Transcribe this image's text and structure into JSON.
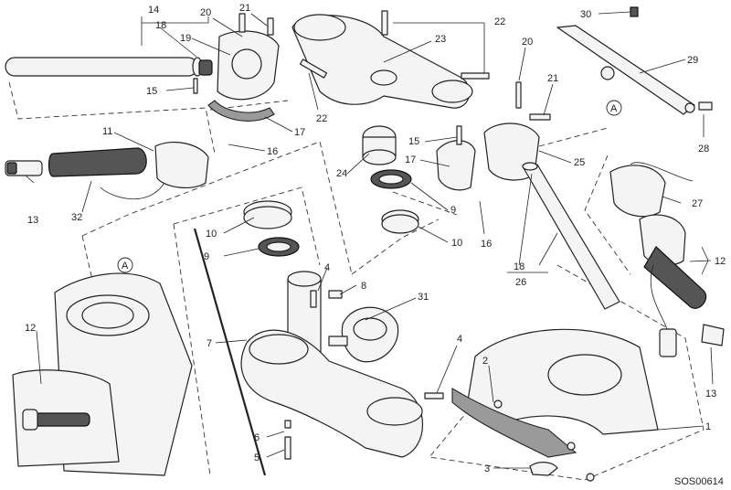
{
  "diagram": {
    "reference_code": "SOS00614",
    "detail_marker": "A",
    "callouts": {
      "c14": "14",
      "c18a": "18",
      "c20a": "20",
      "c21a": "21",
      "c19": "19",
      "c15a": "15",
      "c17a": "17",
      "c16a": "16",
      "c11": "11",
      "c13a": "13",
      "c32": "32",
      "c22a": "22",
      "c23": "23",
      "c22b": "22",
      "c24": "24",
      "c9a": "9",
      "c10a": "10",
      "c10b": "10",
      "c9b": "9",
      "c20b": "20",
      "c21b": "21",
      "c15b": "15",
      "c17b": "17",
      "c25": "25",
      "c16b": "16",
      "c30": "30",
      "c29": "29",
      "c28": "28",
      "c27": "27",
      "c18b": "18",
      "c26": "26",
      "c12a": "12",
      "c13b": "13",
      "c12b": "12",
      "c7": "7",
      "c4a": "4",
      "c8": "8",
      "c31": "31",
      "c6": "6",
      "c5": "5",
      "c4b": "4",
      "c2": "2",
      "c3": "3",
      "c1": "1"
    }
  }
}
